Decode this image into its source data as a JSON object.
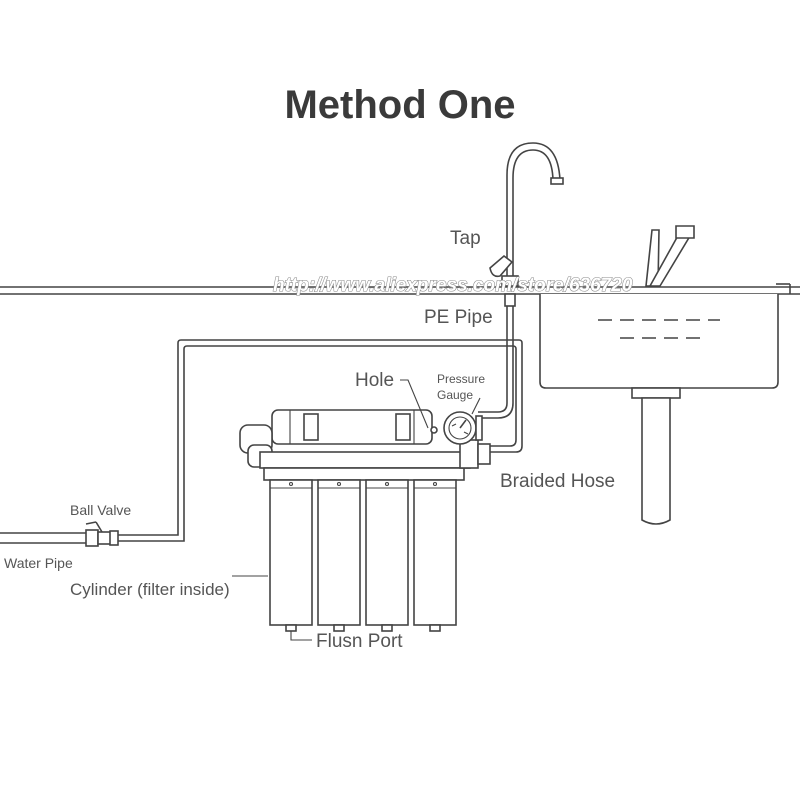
{
  "title": "Method One",
  "watermark": "http://www.aliexpress.com/store/636720",
  "labels": {
    "tap": "Tap",
    "pe_pipe": "PE Pipe",
    "hole": "Hole",
    "pressure_gauge_line1": "Pressure",
    "pressure_gauge_line2": "Gauge",
    "braided_hose": "Braided Hose",
    "ball_valve": "Ball Valve",
    "water_pipe": "Water Pipe",
    "cylinder": "Cylinder (filter inside)",
    "flush_port": "Flusn Port"
  },
  "colors": {
    "line": "#444444",
    "text": "#555555",
    "title": "#3a3a3a",
    "background": "#ffffff"
  }
}
